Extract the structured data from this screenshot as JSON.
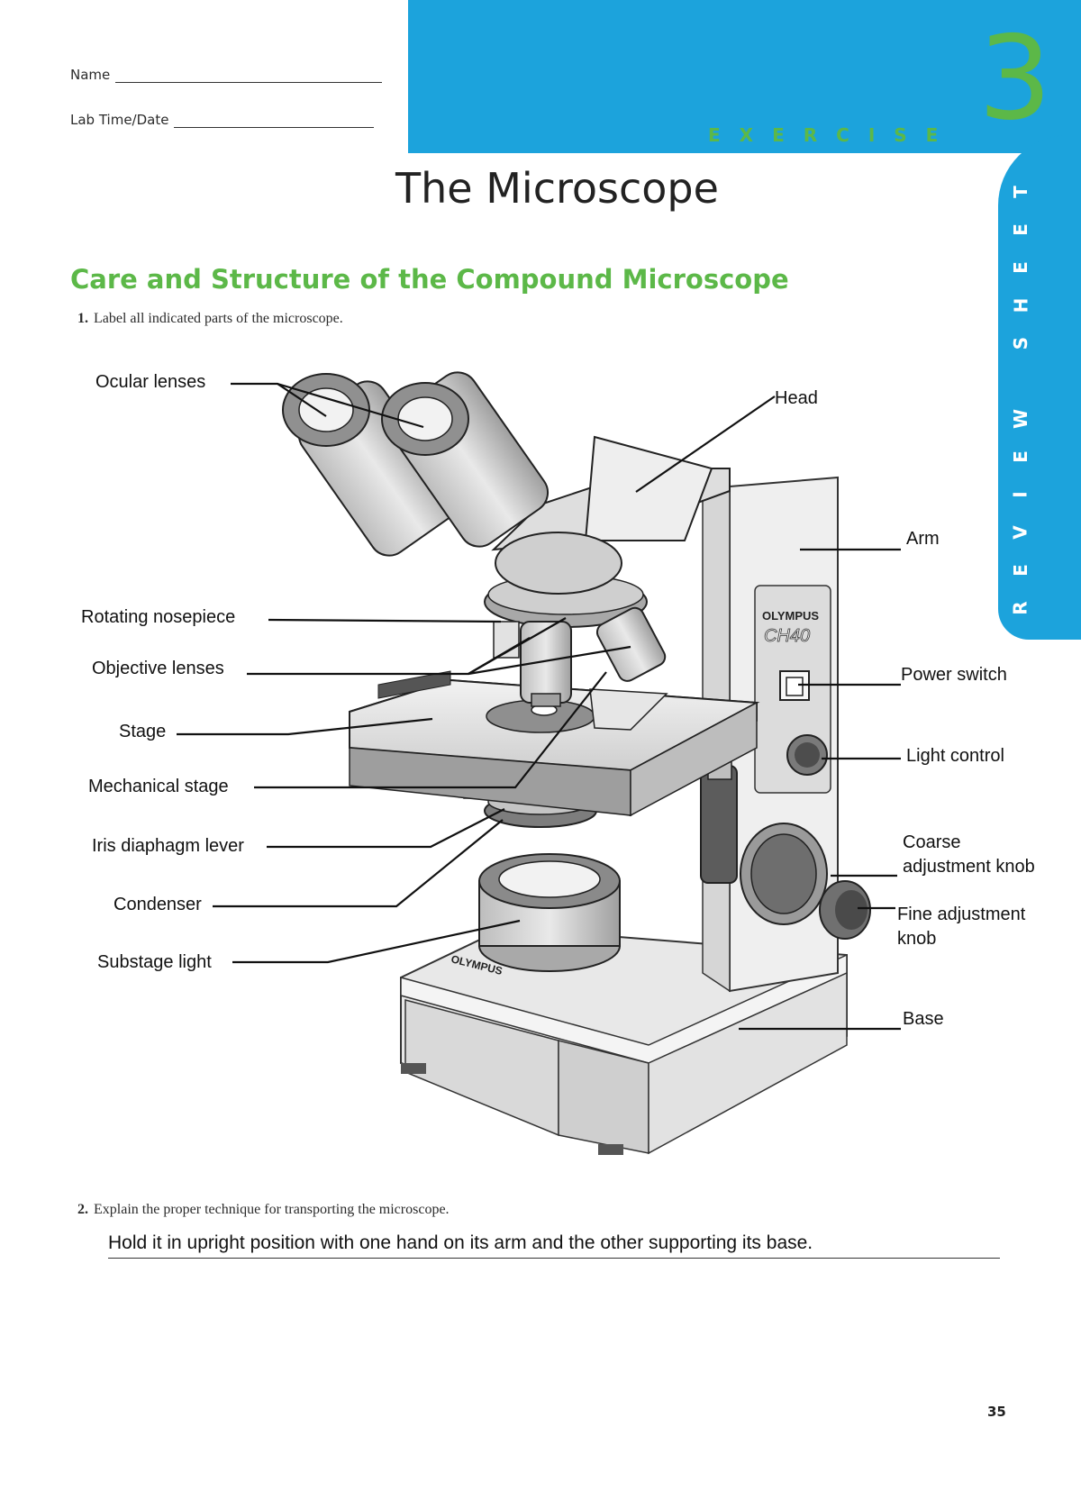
{
  "header": {
    "name_label": "Name",
    "date_label": "Lab Time/Date",
    "exercise_word": "EXERCISE",
    "exercise_number": "3",
    "side_tab": "REVIEW SHEET"
  },
  "title": "The Microscope",
  "section_title": "Care and Structure of the Compound Microscope",
  "questions": [
    {
      "number": "1.",
      "text": "Label all indicated parts of the microscope."
    },
    {
      "number": "2.",
      "text": "Explain the proper technique for transporting the microscope.",
      "answer": "Hold it in upright position with one hand on its arm and the other supporting its base."
    }
  ],
  "figure": {
    "brand_text": "OLYMPUS",
    "model_text": "CH40",
    "labels_left": [
      "Ocular lenses",
      "Rotating nosepiece",
      "Objective lenses",
      "Stage",
      "Mechanical stage",
      "Iris diaphagm lever",
      "Condenser",
      "Substage light"
    ],
    "labels_right": [
      "Head",
      "Arm",
      "Power switch",
      "Light control",
      "Coarse",
      "adjustment knob",
      "Fine adjustment",
      "knob",
      "Base"
    ]
  },
  "colors": {
    "accent_blue": "#1ca3dc",
    "accent_green": "#5cb848"
  },
  "page_number": "35"
}
